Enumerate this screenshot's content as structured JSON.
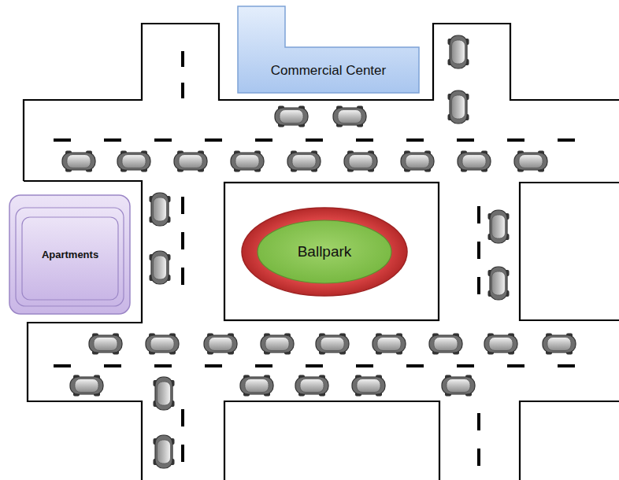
{
  "diagram": {
    "nodes": [
      {
        "text": [
          "Commercial Center"
        ]
      },
      {
        "text": [
          "Apartments"
        ]
      },
      {
        "text": [
          "Ballpark"
        ]
      }
    ]
  }
}
